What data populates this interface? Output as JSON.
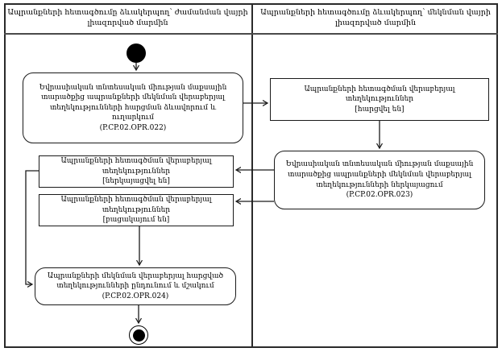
{
  "diagram": {
    "type": "uml-activity-diagram",
    "colors": {
      "line": "#1a1a1a",
      "background": "#ffffff",
      "node_fill": "#ffffff",
      "node_border": "#1a1a1a"
    },
    "lanes": [
      {
        "title_lines": [
          "Ապրանքների հետագծումը ձևակերպող՝ ժամանման վայրի",
          "լիազորված մարմին"
        ]
      },
      {
        "title_lines": [
          "Ապրանքների հետագծումը ձևակերպող՝ մեկնման վայրի",
          "լիազորված մարմին"
        ]
      }
    ],
    "nodes": {
      "initial": {
        "kind": "initial-node"
      },
      "activity_022": {
        "kind": "activity",
        "lines": [
          "Եվրասիական տնտեսական միության մաքսային",
          "տարածքից ապրանքների մեկնման վերաբերյալ",
          "տեղեկությունների հարցման ձևավորում և",
          "ուղարկում",
          "(P.CP.02.OPR.022)"
        ],
        "code": "P.CP.02.OPR.022"
      },
      "object_requested": {
        "kind": "object",
        "lines": [
          "Ապրանքների հետագծման վերաբերյալ",
          "տեղեկություններ",
          "[հարցվել են]"
        ],
        "state": "հարցվել են"
      },
      "activity_023": {
        "kind": "activity",
        "lines": [
          "Եվրասիական տնտեսական միության մաքսային",
          "տարածքից ապրանքների մեկնման վերաբերյալ",
          "տեղեկությունների ներկայացում",
          "(P.CP.02.OPR.023)"
        ],
        "code": "P.CP.02.OPR.023"
      },
      "object_submitted": {
        "kind": "object",
        "lines": [
          "Ապրանքների հետագծման վերաբերյալ",
          "տեղեկություններ",
          "[ներկայացվել են]"
        ],
        "state": "ներկայացվել են"
      },
      "object_absent": {
        "kind": "object",
        "lines": [
          "Ապրանքների հետագծման վերաբերյալ",
          "տեղեկություններ",
          "[բացակայում են]"
        ],
        "state": "բացակայում են"
      },
      "activity_024": {
        "kind": "activity",
        "lines": [
          "Ապրանքների մեկնման վերաբերյալ հարցված",
          "տեղեկությունների ընդունում և մշակում",
          "(P.CP.02.OPR.024)"
        ],
        "code": "P.CP.02.OPR.024"
      },
      "final": {
        "kind": "final-node"
      }
    }
  }
}
